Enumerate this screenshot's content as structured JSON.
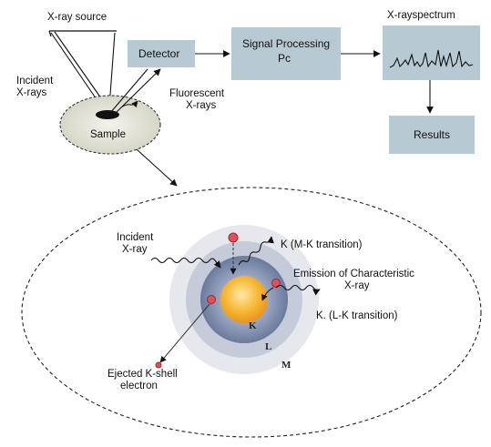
{
  "labels": {
    "xray_source": "X-ray source",
    "incident_xrays": [
      "Incident",
      "X-rays"
    ],
    "detector": "Detector",
    "signal_processing": [
      "Signal Processing",
      "Pc"
    ],
    "spectrum_title": "X-rayspectrum",
    "results": "Results",
    "fluorescent": [
      "Fluorescent",
      "X-rays"
    ],
    "sample": "Sample",
    "incident_xray": [
      "Incident",
      "X-ray"
    ],
    "k_mk": "K (M-K transition)",
    "emission": [
      "Emission of Characteristic",
      "X-ray"
    ],
    "k_lk": "K. (L-K transition)",
    "ejected": [
      "Ejected K-shell",
      "electron"
    ],
    "shell_k": "K",
    "shell_l": "L",
    "shell_m": "M"
  },
  "colors": {
    "box_fill": "#b7c9d3",
    "sample_fill": "#e2e2d6",
    "nucleus": "#f6b733",
    "k_shell": "#7c8cab",
    "l_shell": "#c5cbd8",
    "m_shell": "#e6e8ee",
    "electron": "#e0505a"
  }
}
